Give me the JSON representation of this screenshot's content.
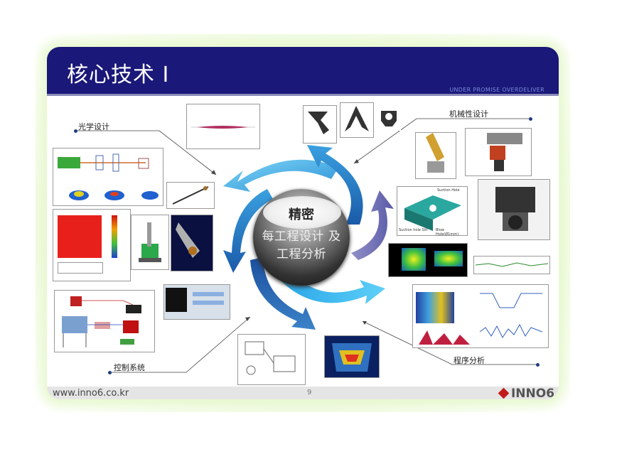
{
  "slide": {
    "title": "核心技术 I",
    "tagline": "UNDER PROMISE OVERDELIVER",
    "footer": {
      "url": "www.inno6.co.kr",
      "page_number": "9",
      "logo": "INNO6"
    }
  },
  "center": {
    "line1": "精密",
    "line2": "每工程设计 及",
    "line3": "工程分析"
  },
  "callouts": {
    "optical": "光学设计",
    "mechanical": "机械性设计",
    "control": "控制系统",
    "program": "程序分析"
  },
  "thumb_text": {
    "suction_hole": "Suction Hole",
    "suction_hole_slit": "Suction hole Slit",
    "blow_hole": "Blow Hole(Ø1mm)"
  },
  "colors": {
    "header": "#1a1878",
    "arrow_light": "#4fc3f0",
    "arrow_dark": "#1a5aa8",
    "arrow_purple": "#6a6ab0"
  }
}
